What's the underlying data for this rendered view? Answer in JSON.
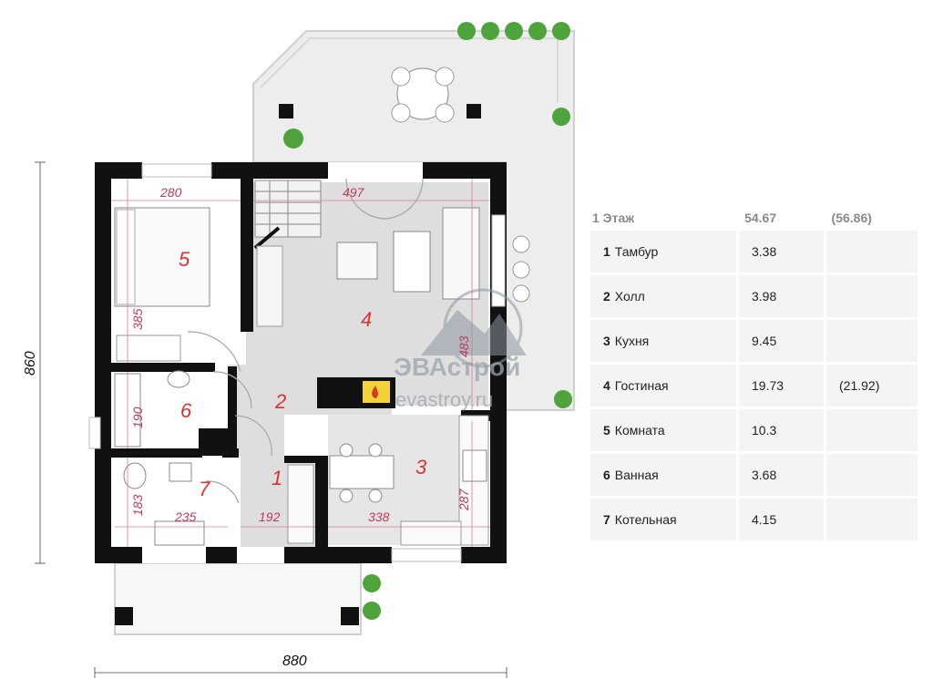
{
  "plan": {
    "overall_width": "880",
    "overall_height": "860",
    "rooms": [
      "5",
      "4",
      "2",
      "6",
      "7",
      "1",
      "3"
    ],
    "dims": [
      "280",
      "497",
      "385",
      "483",
      "190",
      "183",
      "235",
      "192",
      "338",
      "287"
    ],
    "watermark": {
      "title": "ЭВАстрой",
      "url": "evastroy.ru"
    }
  },
  "table": {
    "floor_label": "1 Этаж",
    "floor_area": "54.67",
    "floor_area_total": "(56.86)",
    "rooms": [
      {
        "num": "1",
        "name": "Тамбур",
        "area": "3.38",
        "area_total": ""
      },
      {
        "num": "2",
        "name": "Холл",
        "area": "3.98",
        "area_total": ""
      },
      {
        "num": "3",
        "name": "Кухня",
        "area": "9.45",
        "area_total": ""
      },
      {
        "num": "4",
        "name": "Гостиная",
        "area": "19.73",
        "area_total": "(21.92)"
      },
      {
        "num": "5",
        "name": "Комната",
        "area": "10.3",
        "area_total": ""
      },
      {
        "num": "6",
        "name": "Ванная",
        "area": "3.68",
        "area_total": ""
      },
      {
        "num": "7",
        "name": "Котельная",
        "area": "4.15",
        "area_total": ""
      }
    ]
  }
}
